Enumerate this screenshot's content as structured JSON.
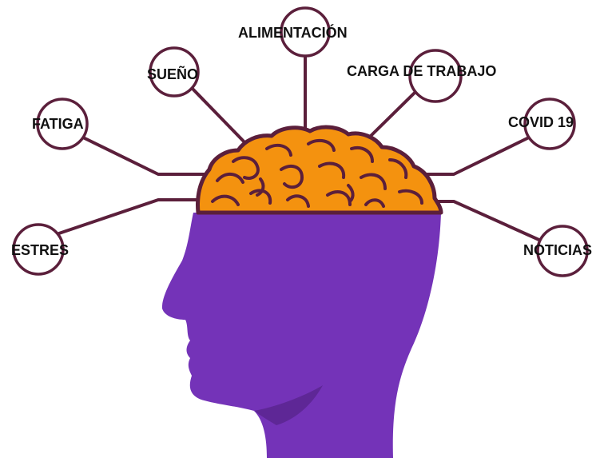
{
  "colors": {
    "head": "#7433b8",
    "head_shadow": "#5e2796",
    "brain": "#f4920f",
    "brain_outline": "#5b1f3b",
    "connector": "#5b1f3b",
    "label_text": "#111111"
  },
  "factors": [
    {
      "id": "alimentacion",
      "label": "ALIMENTACIÓN"
    },
    {
      "id": "sueno",
      "label": "SUEÑO"
    },
    {
      "id": "carga",
      "label": "CARGA DE TRABAJO"
    },
    {
      "id": "fatiga",
      "label": "FATIGA"
    },
    {
      "id": "covid",
      "label": "COVID 19"
    },
    {
      "id": "estres",
      "label": "ESTRES"
    },
    {
      "id": "noticias",
      "label": "NOTICIAS"
    }
  ]
}
